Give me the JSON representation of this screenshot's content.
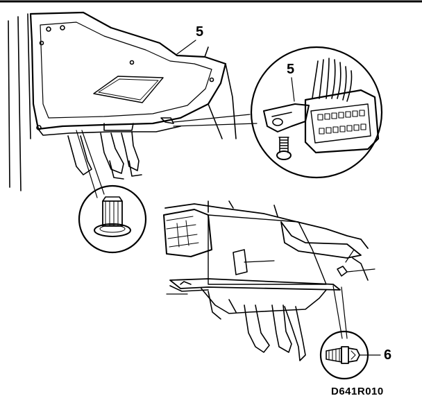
{
  "labels": {
    "top_callout": "5",
    "inset_callout": "5",
    "screw_callout": "6",
    "figure_code": "D641R010"
  },
  "colors": {
    "ink": "#000000",
    "paper": "#ffffff"
  }
}
